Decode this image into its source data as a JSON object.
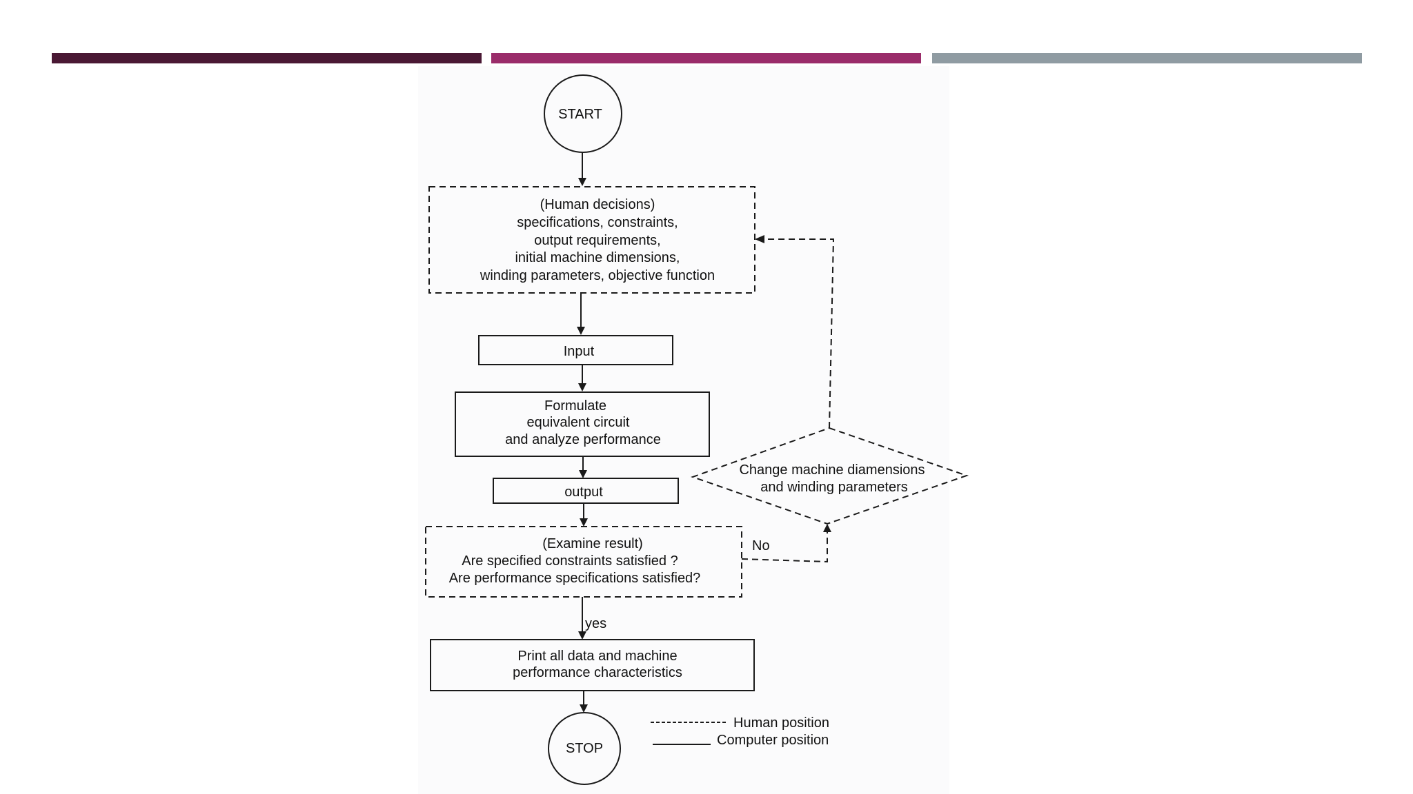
{
  "header_bars": {
    "colors": [
      "#4a1834",
      "#9a2c6a",
      "#8f9ba2"
    ]
  },
  "flowchart": {
    "start": "START",
    "human_decisions": [
      "(Human decisions)",
      "specifications, constraints,",
      "output requirements,",
      "initial machine dimensions,",
      "winding parameters, objective function"
    ],
    "input": "Input",
    "formulate": [
      "Formulate",
      "equivalent circuit",
      "and analyze performance"
    ],
    "output": "output",
    "examine": [
      "(Examine result)",
      "Are specified constraints satisfied ?",
      "Are performance specifications satisfied?"
    ],
    "no_label": "No",
    "yes_label": "yes",
    "change": [
      "Change machine diamensions",
      "and winding parameters"
    ],
    "print": [
      "Print all data and machine",
      "performance characteristics"
    ],
    "stop": "STOP",
    "legend": {
      "human": "Human position",
      "computer": "Computer position"
    }
  }
}
